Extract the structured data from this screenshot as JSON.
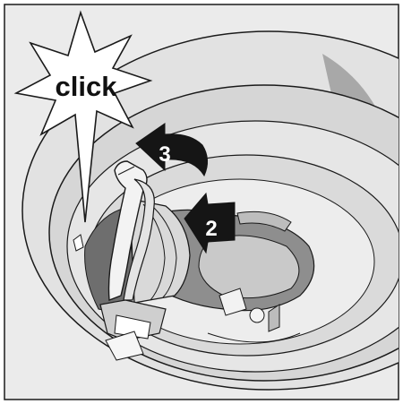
{
  "callout": {
    "text": "click"
  },
  "steps": [
    {
      "number": "3",
      "shape": "curved-arrow"
    },
    {
      "number": "2",
      "shape": "straight-arrow"
    }
  ],
  "colors": {
    "background": "#ebebeb",
    "housing_light": "#e2e2e2",
    "housing_mid": "#cfcfcf",
    "housing_dark": "#9d9d9d",
    "outline": "#1a1a1a",
    "arrow_fill": "#151515",
    "arrow_text": "#ffffff"
  }
}
